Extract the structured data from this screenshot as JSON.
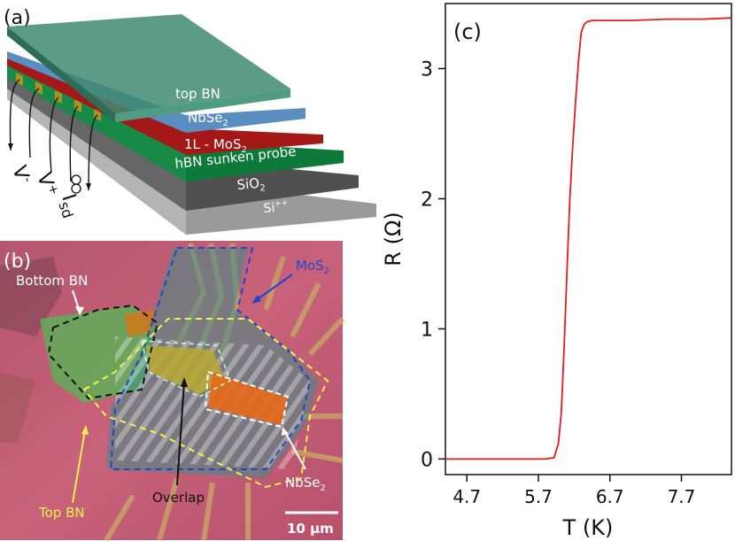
{
  "panel_a": {
    "label": "(a)",
    "layers": {
      "top_bn": "top BN",
      "nbse2": "NbSe",
      "nbse2_sub": "2",
      "mos2_prefix": "1L -  MoS",
      "mos2_sub": "2",
      "hbn_probe": "hBN sunken probe",
      "sio2": "SiO",
      "sio2_sub": "2",
      "si": "Si",
      "si_sup": "++"
    },
    "probe_labels": {
      "v_minus": "V",
      "v_minus_sup": "-",
      "v_plus": "V",
      "v_plus_sup": "+",
      "isd": "I",
      "isd_sub": "sd"
    }
  },
  "panel_b": {
    "label": "(b)",
    "annotations": {
      "bottom_bn": "Bottom BN",
      "mos2": "MoS",
      "mos2_sub": "2",
      "top_bn": "Top BN",
      "overlap": "Overlap",
      "nbse2": "NbSe",
      "nbse2_sub": "2",
      "scale_bar": "10 μm"
    },
    "colors": {
      "bottom_bn": "#111111",
      "mos2": "#2244cc",
      "top_bn": "#f2f24a",
      "nbse2": "#ffffff"
    }
  },
  "panel_c": {
    "label": "(c)"
  },
  "chart_data": {
    "type": "line",
    "title": "",
    "xlabel": "T (K)",
    "ylabel": "R (Ω)",
    "xlim": [
      4.4,
      8.4
    ],
    "ylim": [
      -0.12,
      3.5
    ],
    "xticks": [
      4.7,
      5.7,
      6.7,
      7.7
    ],
    "xtick_labels": [
      "4.7",
      "5.7",
      "6.7",
      "7.7"
    ],
    "yticks": [
      0,
      1,
      2,
      3
    ],
    "ytick_labels": [
      "0",
      "1",
      "2",
      "3"
    ],
    "series": [
      {
        "color": "#e8191f",
        "x": [
          4.4,
          4.7,
          5.0,
          5.3,
          5.6,
          5.8,
          5.92,
          5.98,
          6.02,
          6.06,
          6.1,
          6.14,
          6.18,
          6.22,
          6.26,
          6.3,
          6.34,
          6.38,
          6.45,
          6.7,
          7.0,
          7.5,
          8.0,
          8.4
        ],
        "y": [
          0.0,
          0.0,
          0.0,
          0.0,
          0.0,
          0.0,
          0.01,
          0.12,
          0.35,
          0.85,
          1.45,
          2.0,
          2.4,
          2.75,
          3.05,
          3.28,
          3.34,
          3.36,
          3.37,
          3.37,
          3.37,
          3.38,
          3.38,
          3.39
        ]
      }
    ]
  }
}
